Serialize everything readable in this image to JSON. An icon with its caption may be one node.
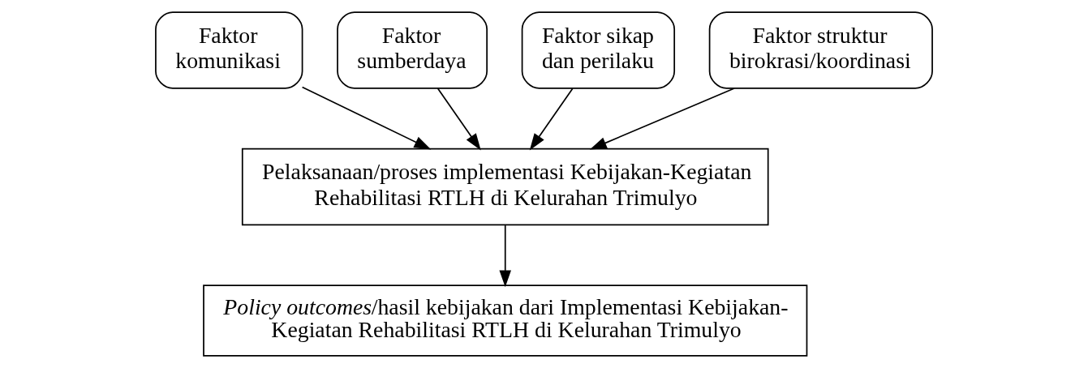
{
  "diagram": {
    "nodes": [
      {
        "text": [
          "Faktor komunikasi"
        ]
      },
      {
        "text": [
          "Faktor sumberdaya"
        ]
      },
      {
        "text": [
          "Faktor sikap dan perilaku"
        ]
      },
      {
        "text": [
          "Faktor struktur birokrasi/koordinasi"
        ]
      },
      {
        "text": [
          "Pelaksanaan/proses implementasi Kebijakan-Kegiatan Rehabilitasi RTLH di Kelurahan Trimulyo"
        ]
      },
      {
        "text": [
          "*Policy outcomes*/hasil kebijakan dari Implementasi Kebijakan-Kegiatan Rehabilitasi RTLH di Kelurahan Trimulyo"
        ]
      }
    ],
    "edges": [
      {
        "from": 0,
        "to": 4,
        "arrow": "to"
      },
      {
        "from": 1,
        "to": 4,
        "arrow": "to"
      },
      {
        "from": 2,
        "to": 4,
        "arrow": "to"
      },
      {
        "from": 3,
        "to": 4,
        "arrow": "to"
      },
      {
        "from": 4,
        "to": 5,
        "arrow": "to"
      }
    ]
  }
}
